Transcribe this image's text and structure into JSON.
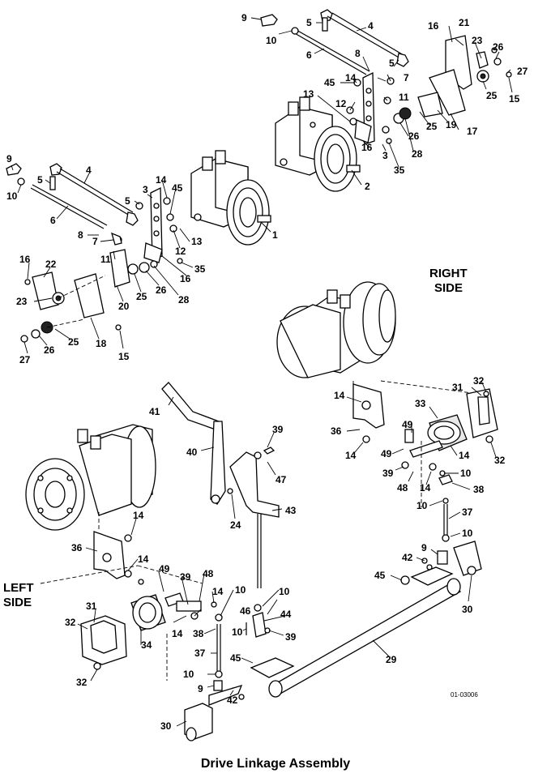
{
  "diagram": {
    "title": "Drive Linkage Assembly",
    "drawing_number": "01-03006",
    "side_labels": {
      "right_line1": "RIGHT",
      "right_line2": "SIDE",
      "left_line1": "LEFT",
      "left_line2": "SIDE"
    },
    "callouts": {
      "c9a": "9",
      "c10a": "10",
      "c5a": "5",
      "c4a": "4",
      "c6a": "6",
      "c8a": "8",
      "c7a": "7",
      "c16a": "16",
      "c21": "21",
      "c23a": "23",
      "c26a": "26",
      "c27a": "27",
      "c15a": "15",
      "c25a": "25",
      "c45a": "45",
      "c14a": "14",
      "c5b": "5",
      "c11a": "11",
      "c12a": "12",
      "c13a": "13",
      "c19": "19",
      "c17": "17",
      "c25b": "25",
      "c26b": "26",
      "c28a": "28",
      "c35a": "35",
      "c16b": "16",
      "c3a": "3",
      "c2": "2",
      "c9b": "9",
      "c10b": "10",
      "c5c": "5",
      "c4b": "4",
      "c6b": "6",
      "c3b": "3",
      "c14b": "14",
      "c45b": "45",
      "c5d": "5",
      "c8b": "8",
      "c7b": "7",
      "c11b": "11",
      "c12b": "12",
      "c13b": "13",
      "c1": "1",
      "c35b": "35",
      "c16c": "16",
      "c26c": "26",
      "c28b": "28",
      "c16d": "16",
      "c22": "22",
      "c23b": "23",
      "c20": "20",
      "c25c": "25",
      "c25d": "25",
      "c18": "18",
      "c15b": "15",
      "c27b": "27",
      "c26d": "26",
      "c41": "41",
      "c40": "40",
      "c39a": "39",
      "c47": "47",
      "c43": "43",
      "c24": "24",
      "c14c": "14",
      "c36a": "36",
      "c14d": "14",
      "c31a": "31",
      "c32a": "32",
      "c33": "33",
      "c49a": "49",
      "c49b": "49",
      "c39b": "39",
      "c14e": "14",
      "c32b": "32",
      "c48a": "48",
      "c14f": "14",
      "c10c": "10",
      "c38a": "38",
      "c10d": "10",
      "c37a": "37",
      "c10e": "10",
      "c9c": "9",
      "c42a": "42",
      "c45c": "45",
      "c30a": "30",
      "c29": "29",
      "c14g": "14",
      "c36b": "36",
      "c14h": "14",
      "c49c": "49",
      "c39c": "39",
      "c48b": "48",
      "c14i": "14",
      "c10f": "10",
      "c10g": "10",
      "c31b": "31",
      "c32c": "32",
      "c34": "34",
      "c14j": "14",
      "c38b": "38",
      "c46": "46",
      "c44": "44",
      "c39d": "39",
      "c10h": "10",
      "c37b": "37",
      "c45d": "45",
      "c32d": "32",
      "c10i": "10",
      "c9d": "9",
      "c42b": "42",
      "c30b": "30"
    }
  }
}
